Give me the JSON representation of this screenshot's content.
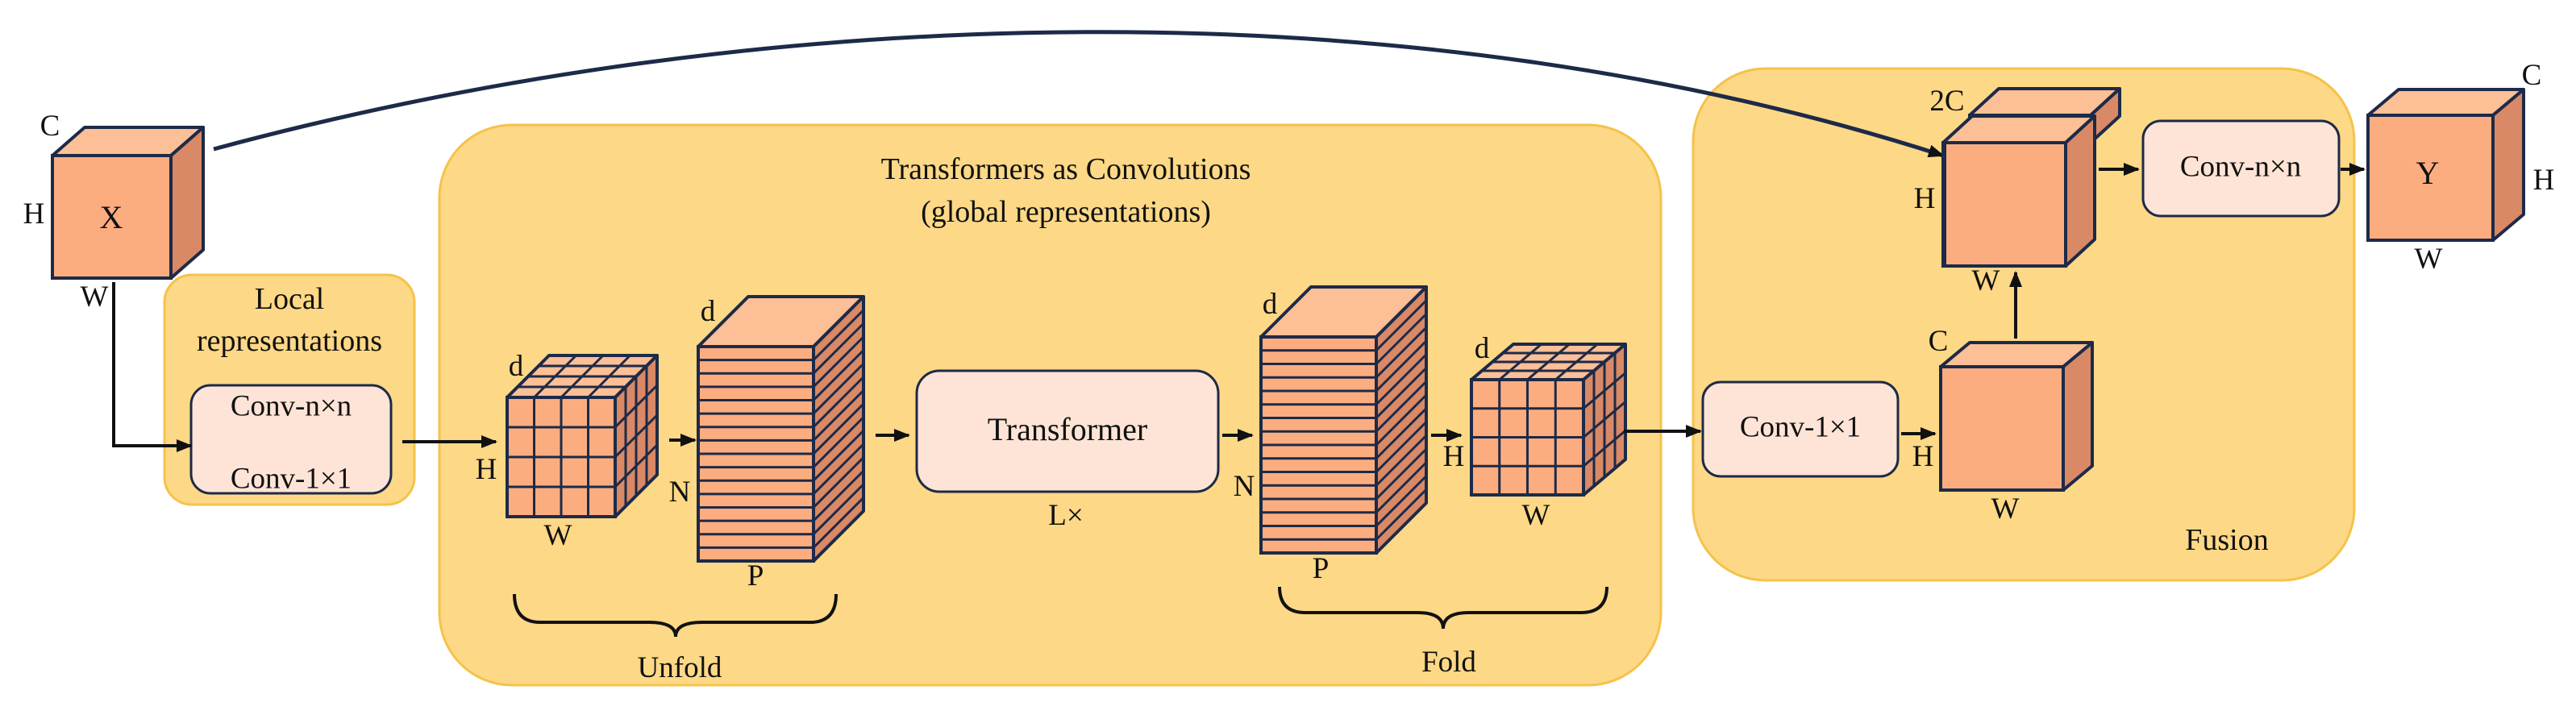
{
  "colors": {
    "panel_fill": "#fdd886",
    "panel_stroke": "#f5c24a",
    "cube_front": "#fcad80",
    "cube_top": "#fcbf96",
    "cube_side": "#d98965",
    "cube_stroke": "#1d2a48",
    "box_fill": "#fde4d6",
    "arrow": "#111111",
    "skip_arrow": "#1d2a48"
  },
  "input": {
    "label": "X",
    "c": "C",
    "h": "H",
    "w": "W"
  },
  "local": {
    "title_line1": "Local",
    "title_line2": "representations",
    "conv_top": "Conv-n×n",
    "conv_bottom": "Conv-1×1"
  },
  "global": {
    "title_line1": "Transformers as Convolutions",
    "title_line2": "(global representations)",
    "grid1": {
      "d": "d",
      "h": "H",
      "w": "W"
    },
    "stack1": {
      "d": "d",
      "n": "N",
      "p": "P"
    },
    "transformer": {
      "label": "Transformer",
      "repeat": "L×"
    },
    "stack2": {
      "d": "d",
      "n": "N",
      "p": "P"
    },
    "grid2": {
      "d": "d",
      "h": "H",
      "w": "W"
    },
    "unfold": "Unfold",
    "fold": "Fold"
  },
  "fusion": {
    "title": "Fusion",
    "conv1x1": "Conv-1×1",
    "convnxn": "Conv-n×n",
    "cube_c": {
      "c": "C",
      "h": "H",
      "w": "W"
    },
    "cube_2c": {
      "c": "2C",
      "h": "H",
      "w": "W"
    }
  },
  "output": {
    "label": "Y",
    "c": "C",
    "h": "H",
    "w": "W"
  }
}
